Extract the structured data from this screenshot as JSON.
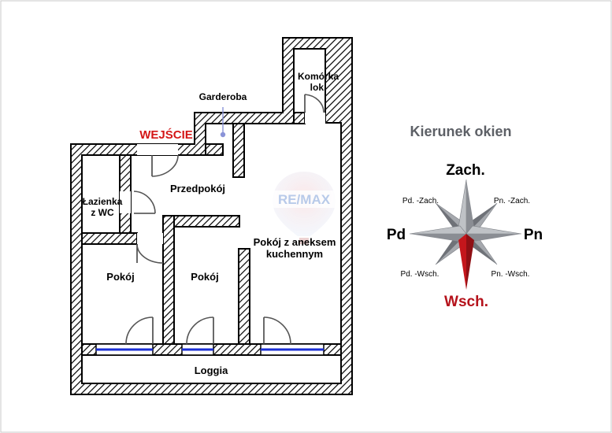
{
  "rooms": {
    "garderoba": "Garderoba",
    "komorka_line1": "Komórka",
    "komorka_line2": "lok.",
    "wejscie": "WEJŚCIE",
    "lazienka_line1": "Łazienka",
    "lazienka_line2": "z WC",
    "przedpokoj": "Przedpokój",
    "pokoj_left": "Pokój",
    "pokoj_middle": "Pokój",
    "pokoj_aneks_line1": "Pokój z aneksem",
    "pokoj_aneks_line2": "kuchennym",
    "loggia": "Loggia"
  },
  "watermark": "RE/MAX",
  "compass": {
    "title": "Kierunek okien",
    "north": "Zach.",
    "south": "Wsch.",
    "west": "Pd",
    "east": "Pn",
    "nw": "Pd. -Zach.",
    "ne": "Pn. -Zach.",
    "sw": "Pd. -Wsch.",
    "se": "Pn. -Wsch."
  },
  "colors": {
    "wall": "#000000",
    "hatch": "#000000",
    "window": "#1b2fd6",
    "entrance": "#d41717",
    "compass_gray": "#8d9096",
    "compass_red": "#c4161c"
  }
}
